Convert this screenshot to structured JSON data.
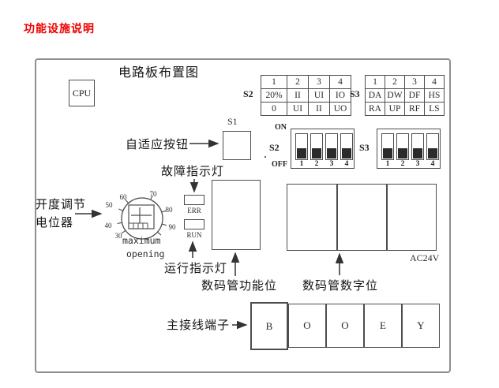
{
  "page": {
    "title": "功能设施说明"
  },
  "diagram": {
    "title": "电路板布置图",
    "cpu": "CPU",
    "s1": "S1",
    "s2_ref_label": "S2",
    "s3_ref_label": "S3",
    "s2_table": {
      "rows": [
        [
          "1",
          "2",
          "3",
          "4"
        ],
        [
          "20%",
          "II",
          "UI",
          "IO"
        ],
        [
          "0",
          "UI",
          "II",
          "UO"
        ]
      ]
    },
    "s3_table": {
      "rows": [
        [
          "1",
          "2",
          "3",
          "4"
        ],
        [
          "DA",
          "DW",
          "DF",
          "HS"
        ],
        [
          "RA",
          "UP",
          "RF",
          "LS"
        ]
      ]
    },
    "dip": {
      "on": "ON",
      "off": "OFF",
      "s2": "S2",
      "s3": "S3",
      "positions": [
        "1",
        "2",
        "3",
        "4"
      ]
    },
    "indicators": {
      "err": "ERR",
      "run": "RUN"
    },
    "labels": {
      "adaptive_button": "自适应按钮",
      "fault_indicator": "故障指示灯",
      "potentiometer_line1": "开度调节",
      "potentiometer_line2": "电位器",
      "run_indicator": "运行指示灯",
      "digit_function": "数码管功能位",
      "digit_number": "数码管数字位",
      "main_terminal": "主接线端子",
      "power": "AC24V"
    },
    "potentiometer": {
      "ticks": [
        "30",
        "40",
        "50",
        "60",
        "70",
        "80",
        "90"
      ],
      "caption1": "maximum",
      "caption2": "opening"
    },
    "terminals": [
      "B",
      "O",
      "O",
      "E",
      "Y"
    ],
    "colors": {
      "title_red": "#ee0000",
      "line": "#4d4d4d",
      "slider": "#2b2b2b"
    }
  }
}
